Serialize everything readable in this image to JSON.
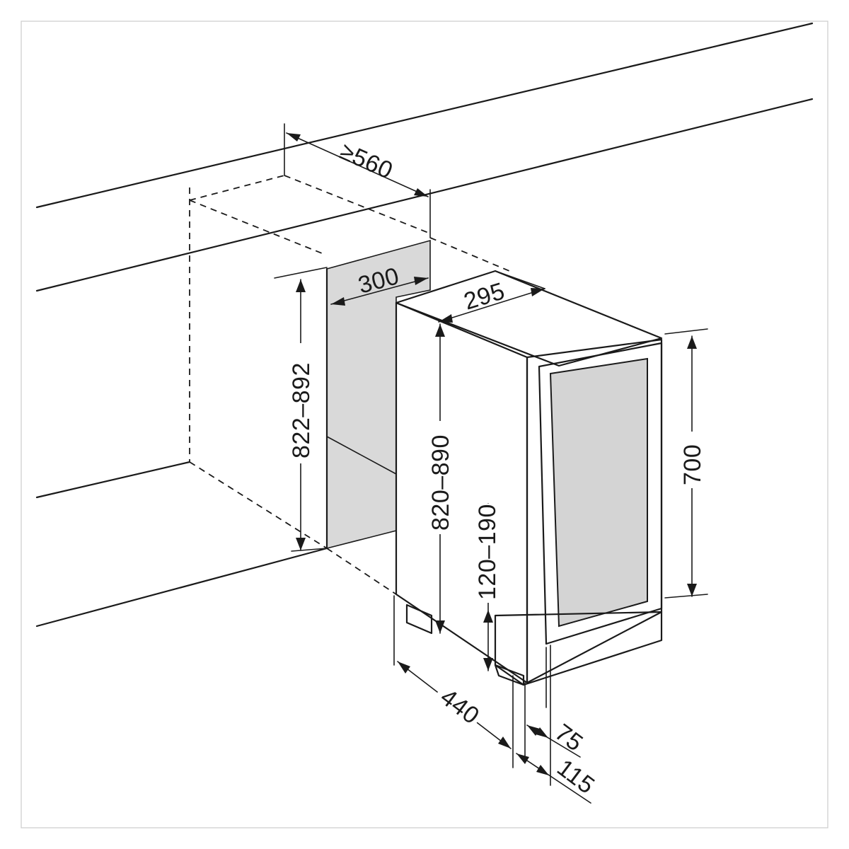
{
  "dimensions": {
    "niche_depth": "≥560",
    "niche_width": "300",
    "niche_height": "822–892",
    "unit_width": "295",
    "unit_height": "820–890",
    "door_height": "700",
    "adjustable_feet": "120–190",
    "unit_depth": "440",
    "door_offset_small": "75",
    "door_offset_large": "115"
  },
  "colors": {
    "line": "#1a1a1a",
    "niche_fill": "#d9d9d9",
    "glass_fill": "#d4d4d4",
    "background": "#ffffff"
  }
}
